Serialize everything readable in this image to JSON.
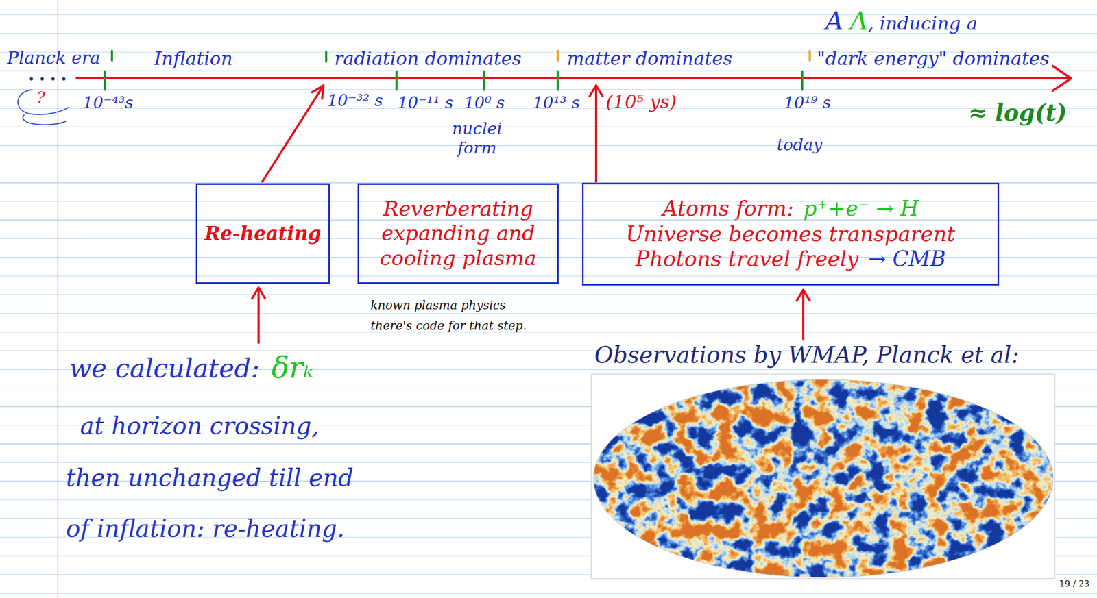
{
  "diagram": {
    "nodes": [
      {
        "text": [
          "Re-heating"
        ]
      },
      {
        "text": [
          "Reverberating expanding and cooling plasma"
        ]
      },
      {
        "text": [
          "Atoms form:",
          "p⁺+e⁻ → H",
          "Universe becomes transparent",
          "Photons travel freely",
          "→ CMB"
        ]
      }
    ],
    "labels": [
      "A",
      "Λ",
      ", inducing a",
      "Planck era",
      "Inflation",
      "radiation dominates",
      "matter dominates",
      "\"dark energy\" dominates",
      "?",
      "10⁻⁴³s",
      "10⁻³² s",
      "10⁻¹¹ s",
      "10⁰ s",
      "10¹³ s",
      "(10⁵ ys)",
      "10¹⁹ s",
      "≈ log(t)",
      "nuclei form",
      "today",
      "known plasma physics",
      "there's code for that step.",
      "Observations by WMAP, Planck et al:",
      "we calculated:",
      "δrₖ",
      "at horizon crossing,",
      "then unchanged till end",
      "of inflation: re-heating.",
      "19 / 23"
    ]
  }
}
